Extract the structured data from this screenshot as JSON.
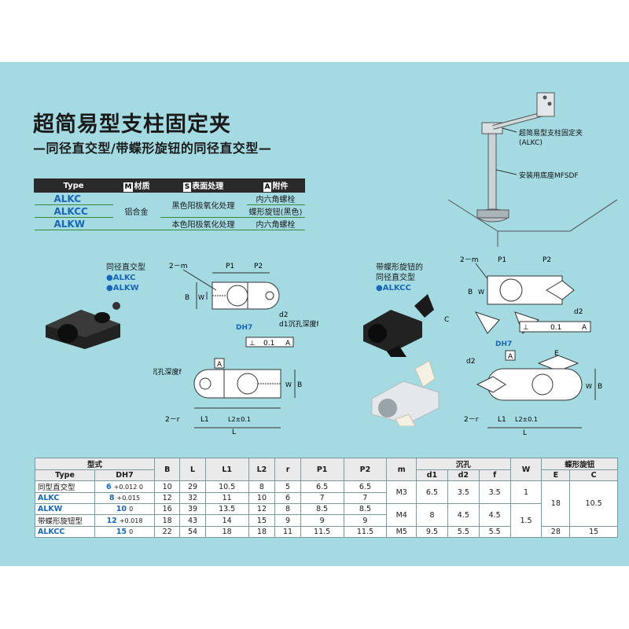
{
  "title": "超简易型支柱固定夹",
  "subtitle": "—同径直交型/带蝶形旋钮的同径直交型—",
  "material_table": {
    "headers": {
      "type": "Type",
      "material_mark": "M",
      "material": "材质",
      "surface_mark": "S",
      "surface": "表面处理",
      "accessory_mark": "A",
      "accessory": "附件"
    },
    "rows": [
      {
        "type": "ALKC",
        "material": "铝合金",
        "surface": "黑色阳极氧化处理",
        "accessory": "内六角螺栓"
      },
      {
        "type": "ALKCC",
        "accessory": "蝶形旋钮(黑色)"
      },
      {
        "type": "ALKW",
        "surface": "本色阳极氧化处理",
        "accessory": "内六角螺栓"
      }
    ]
  },
  "assembly": {
    "label1": "超简易型支柱固定夹",
    "label1b": "(ALKC)",
    "label2": "安装用底座MFSDF"
  },
  "left_diagram": {
    "caption": "同径直交型",
    "items": [
      "●ALKC",
      "●ALKW"
    ],
    "labels": {
      "m": "2－m",
      "p1": "P1",
      "p2": "P2",
      "b": "B",
      "w": "W",
      "d2": "d2",
      "d1f": "d1沉孔深度f",
      "dh7": "DH7",
      "perp": "⊥",
      "tol": "0.1",
      "a": "A",
      "r": "2－r",
      "l1": "L1",
      "l2": "L2±0.1",
      "l": "L"
    }
  },
  "right_diagram": {
    "caption1": "带蝶形旋钮的",
    "caption2": "同径直交型",
    "items": [
      "●ALKCC"
    ],
    "labels": {
      "m": "2－m",
      "p1": "P1",
      "p2": "P2",
      "b": "B",
      "w": "W",
      "c": "C",
      "e": "E",
      "d2": "d2",
      "dh7": "DH7",
      "perp": "⊥",
      "tol": "0.1",
      "a": "A",
      "r": "2－r",
      "l1": "L1",
      "l2": "L2±0.1",
      "l": "L"
    }
  },
  "spec_table": {
    "group_header": "型式",
    "type_header": "Type",
    "d_header": "DH7",
    "cols": [
      "B",
      "L",
      "L1",
      "L2",
      "r",
      "P1",
      "P2",
      "m"
    ],
    "counterbore": "沉孔",
    "cb_cols": [
      "d1",
      "d2",
      "f"
    ],
    "w": "W",
    "knob": "蝶形旋钮",
    "knob_cols": [
      "E",
      "C"
    ],
    "type_labels": [
      "同型直交型",
      "ALKC",
      "ALKW",
      "带蝶形旋钮型",
      "ALKCC"
    ],
    "rows": [
      {
        "d": "6",
        "tol": "+0.012 0",
        "B": "10",
        "L": "29",
        "L1": "10.5",
        "L2": "8",
        "r": "5",
        "P1": "6.5",
        "P2": "6.5"
      },
      {
        "d": "8",
        "tol": "+0.015",
        "B": "12",
        "L": "32",
        "L1": "11",
        "L2": "10",
        "r": "6",
        "P1": "7",
        "P2": "7"
      },
      {
        "d": "10",
        "tol": "0",
        "B": "16",
        "L": "39",
        "L1": "13.5",
        "L2": "12",
        "r": "8",
        "P1": "8.5",
        "P2": "8.5"
      },
      {
        "d": "12",
        "tol": "+0.018",
        "B": "18",
        "L": "43",
        "L1": "14",
        "L2": "15",
        "r": "9",
        "P1": "9",
        "P2": "9"
      },
      {
        "d": "15",
        "tol": "0",
        "B": "22",
        "L": "54",
        "L1": "18",
        "L2": "18",
        "r": "11",
        "P1": "11.5",
        "P2": "11.5"
      }
    ],
    "m_vals": [
      "M3",
      "M4",
      "M5"
    ],
    "d1_vals": [
      "6.5",
      "8",
      "9.5"
    ],
    "d2_vals": [
      "3.5",
      "4.5",
      "5.5"
    ],
    "f_vals": [
      "3.5",
      "4.5",
      "5.5"
    ],
    "w_vals": [
      "1",
      "1.5"
    ],
    "e_vals": [
      "18",
      "28"
    ],
    "c_vals": [
      "10.5",
      "15"
    ]
  }
}
